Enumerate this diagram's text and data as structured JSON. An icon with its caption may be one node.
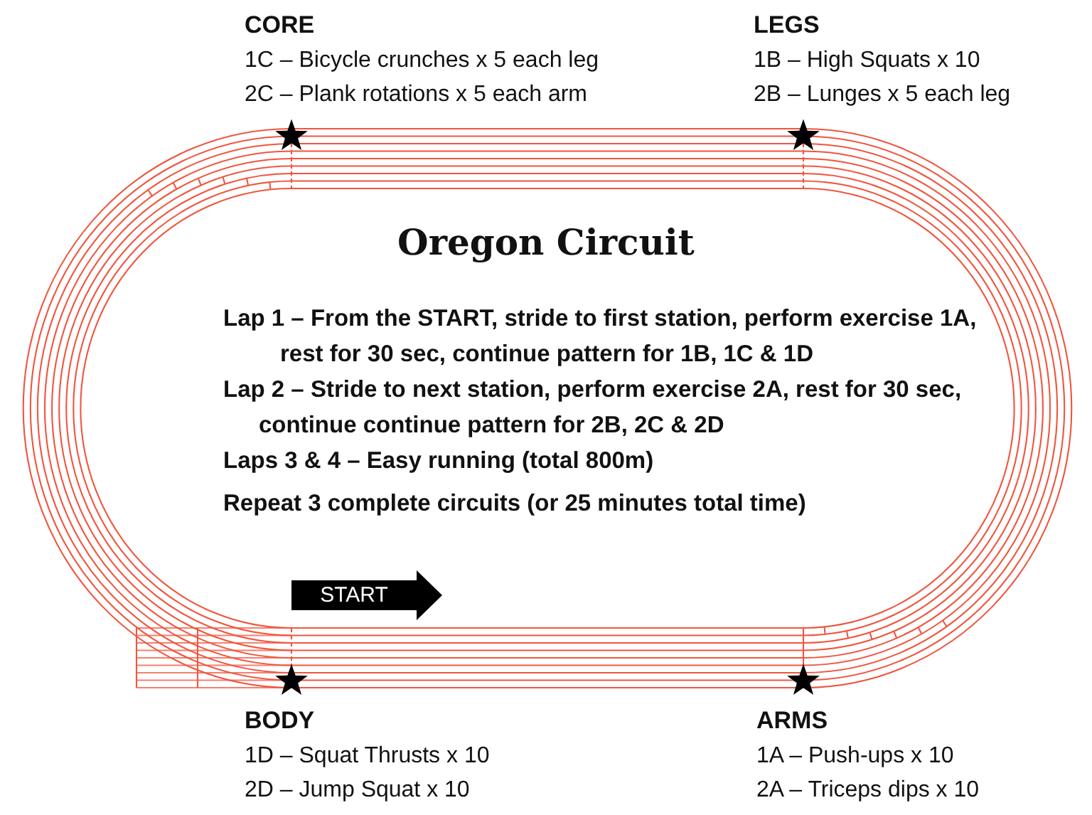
{
  "diagram": {
    "title": "Oregon Circuit",
    "nodes": [
      {
        "text": [],
        "shape": "star",
        "beside": [
          "CORE",
          "1C – Bicycle crunches x 5 each leg",
          "2C – Plank rotations x 5 each arm"
        ]
      },
      {
        "text": [],
        "shape": "star",
        "beside": [
          "LEGS",
          "1B – High Squats x 10",
          "2B – Lunges x 5 each leg"
        ]
      },
      {
        "text": [
          "START"
        ]
      },
      {
        "text": [],
        "shape": "star",
        "beside": [
          "BODY",
          "1D – Squat Thrusts x 10",
          "2D – Jump Squat x 10"
        ]
      },
      {
        "text": [],
        "shape": "star",
        "beside": [
          "ARMS",
          "1A – Push-ups x 10",
          "2A – Triceps dips x 10"
        ]
      }
    ],
    "edges": [],
    "labels": [
      "Lap 1 – From the START, stride to first station, perform exercise 1A, rest for 30 sec, continue pattern for 1B, 1C & 1D",
      "Lap 2 – Stride to next station, perform exercise 2A, rest for 30 sec, continue continue pattern for 2B, 2C & 2D",
      "Laps 3 & 4 – Easy running (total 800m)",
      "Repeat 3 complete circuits (or 25 minutes total time)"
    ]
  }
}
